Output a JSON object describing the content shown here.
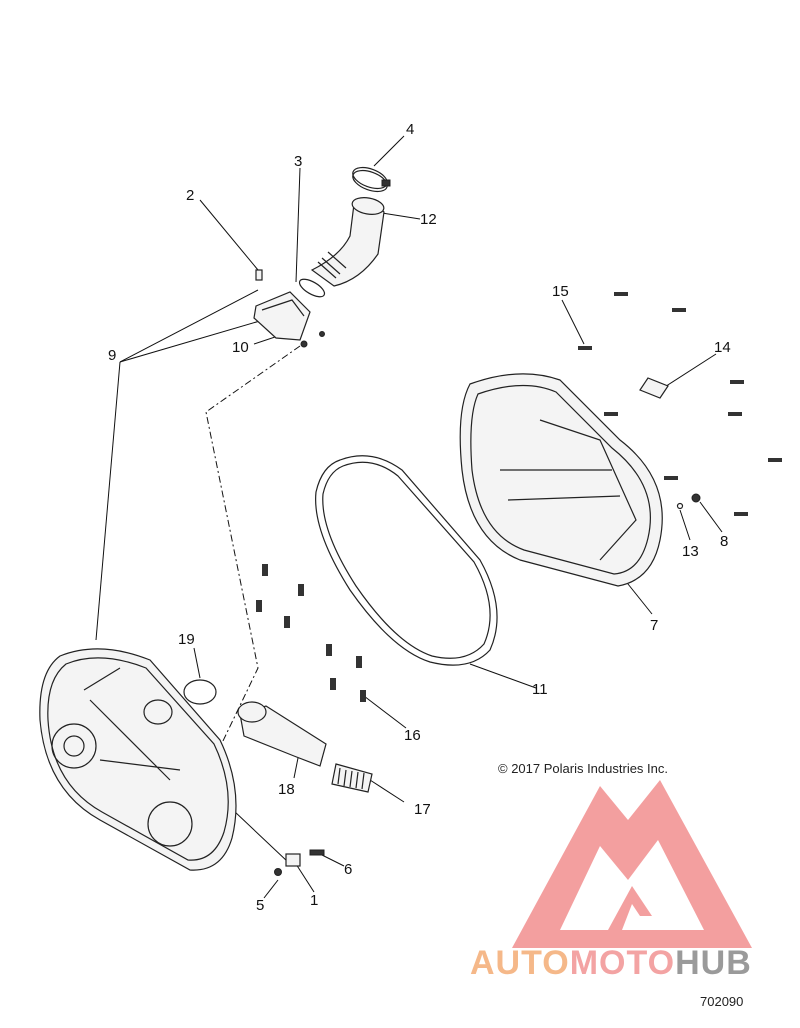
{
  "callouts": [
    {
      "n": "1"
    },
    {
      "n": "2"
    },
    {
      "n": "3"
    },
    {
      "n": "4"
    },
    {
      "n": "5"
    },
    {
      "n": "6"
    },
    {
      "n": "7"
    },
    {
      "n": "8"
    },
    {
      "n": "9"
    },
    {
      "n": "10"
    },
    {
      "n": "11"
    },
    {
      "n": "12"
    },
    {
      "n": "13"
    },
    {
      "n": "14"
    },
    {
      "n": "15"
    },
    {
      "n": "16"
    },
    {
      "n": "17"
    },
    {
      "n": "18"
    },
    {
      "n": "19"
    }
  ],
  "copyright": "© 2017 Polaris Industries Inc.",
  "diagram_id": "702090",
  "watermark": {
    "part_a": "AUTO",
    "part_b": "MOTO",
    "part_c": "HUB"
  },
  "colors": {
    "watermark_red": "#f08080",
    "watermark_orange": "#f5b889",
    "watermark_gray": "#9a9a9a",
    "line": "#111111"
  }
}
